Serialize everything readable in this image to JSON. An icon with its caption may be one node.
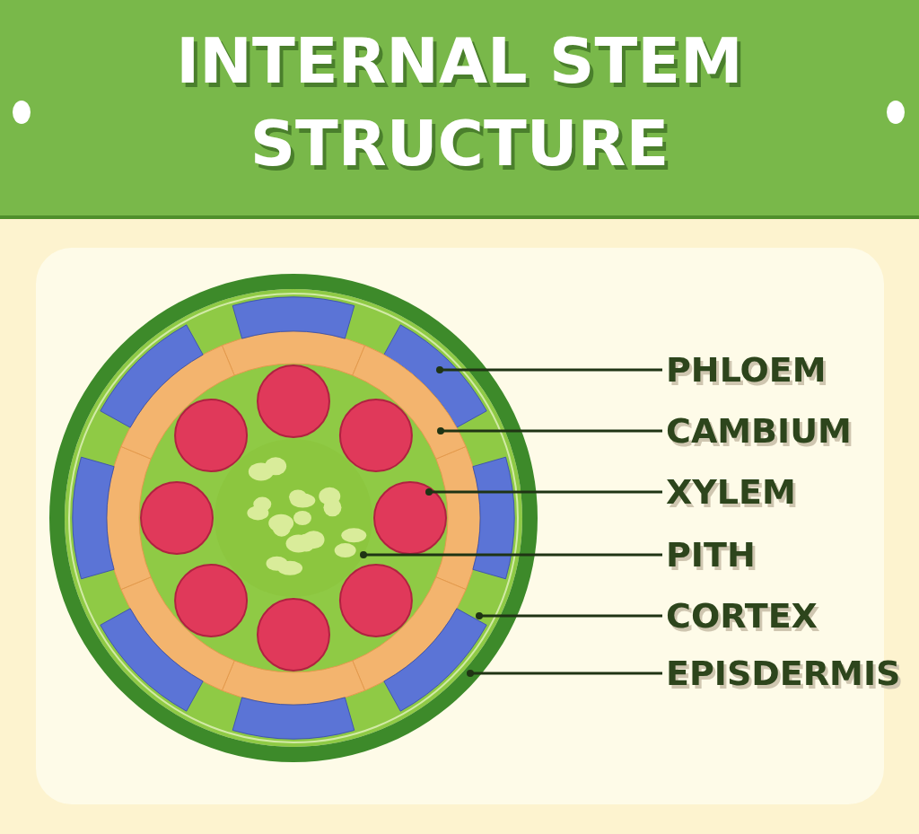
{
  "diagram": {
    "title": "INTERNAL STEM STRUCTURE",
    "nodes": [
      {
        "text": [
          "PHLOEM"
        ]
      },
      {
        "text": [
          "CAMBIUM"
        ]
      },
      {
        "text": [
          "XYLEM"
        ]
      },
      {
        "text": [
          "PITH"
        ]
      },
      {
        "text": [
          "CORTEX"
        ]
      },
      {
        "text": [
          "EPISDERMIS"
        ]
      },
      {
        "text": [],
        "shape": "picture",
        "in": 10
      },
      {
        "text": [],
        "shape": "picture",
        "in": 10
      },
      {
        "text": [],
        "shape": "picture",
        "in": 10
      },
      {
        "text": [],
        "shape": "picture",
        "in": 10
      },
      {
        "text": [],
        "shape": "picture"
      },
      {
        "text": [],
        "shape": "picture"
      }
    ],
    "edges": [
      {
        "from": 0,
        "to": 6,
        "arrow": "other"
      },
      {
        "from": 1,
        "to": 7,
        "arrow": "other"
      },
      {
        "from": 2,
        "to": 8,
        "arrow": "other"
      },
      {
        "from": 3,
        "to": 9,
        "arrow": "other"
      },
      {
        "from": 4,
        "to": 10,
        "arrow": "other"
      },
      {
        "from": 5,
        "to": 11,
        "arrow": "other"
      }
    ]
  }
}
